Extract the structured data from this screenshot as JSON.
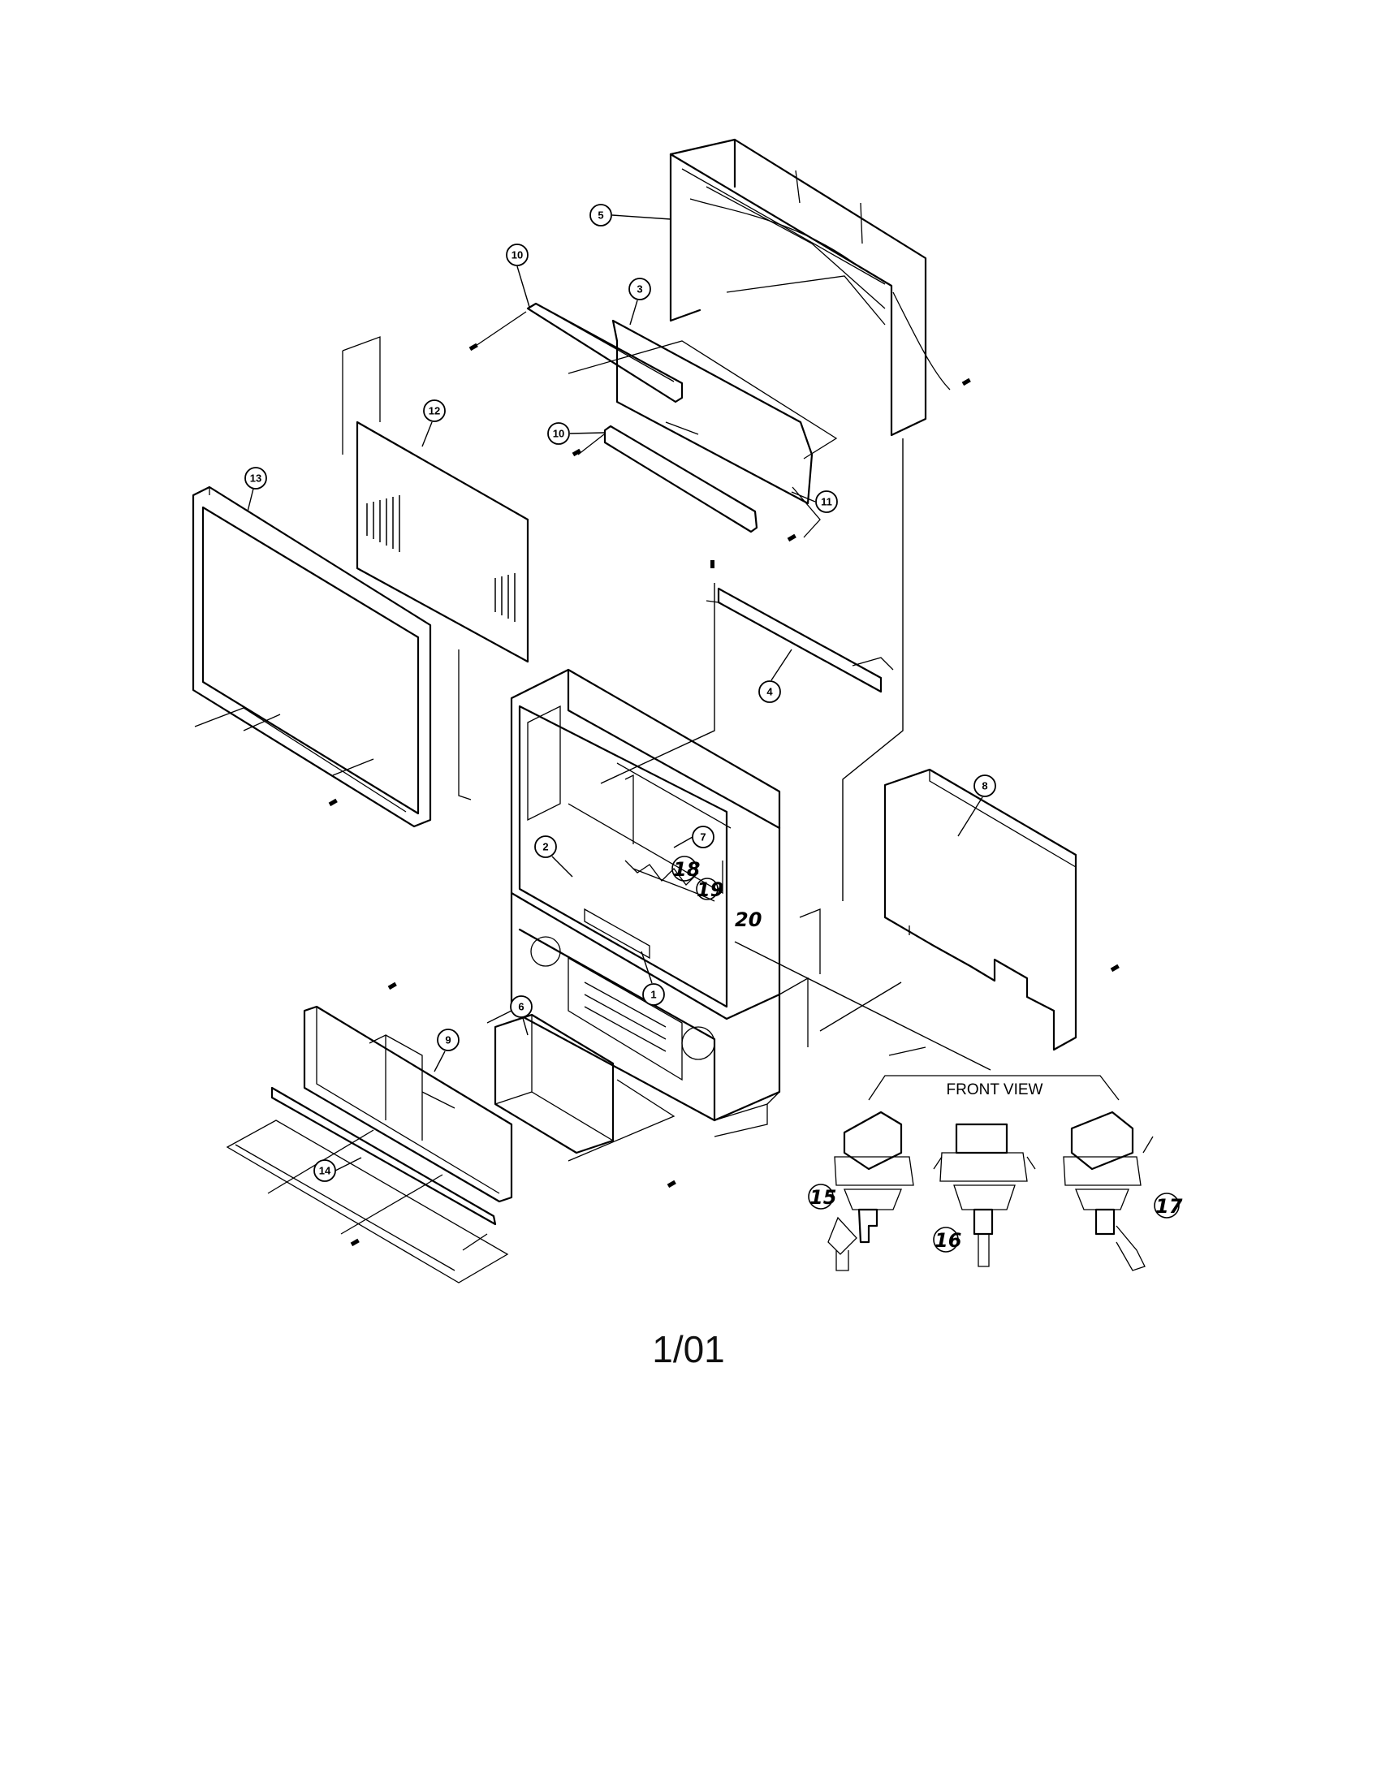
{
  "diagram": {
    "front_view_label": "FRONT VIEW",
    "footer": "1/01",
    "callouts": [
      "1",
      "2",
      "3",
      "4",
      "5",
      "6",
      "7",
      "8",
      "9",
      "10",
      "10",
      "11",
      "12",
      "13",
      "14"
    ],
    "handwritten": [
      "18",
      "19",
      "20",
      "15",
      "16",
      "17"
    ]
  }
}
